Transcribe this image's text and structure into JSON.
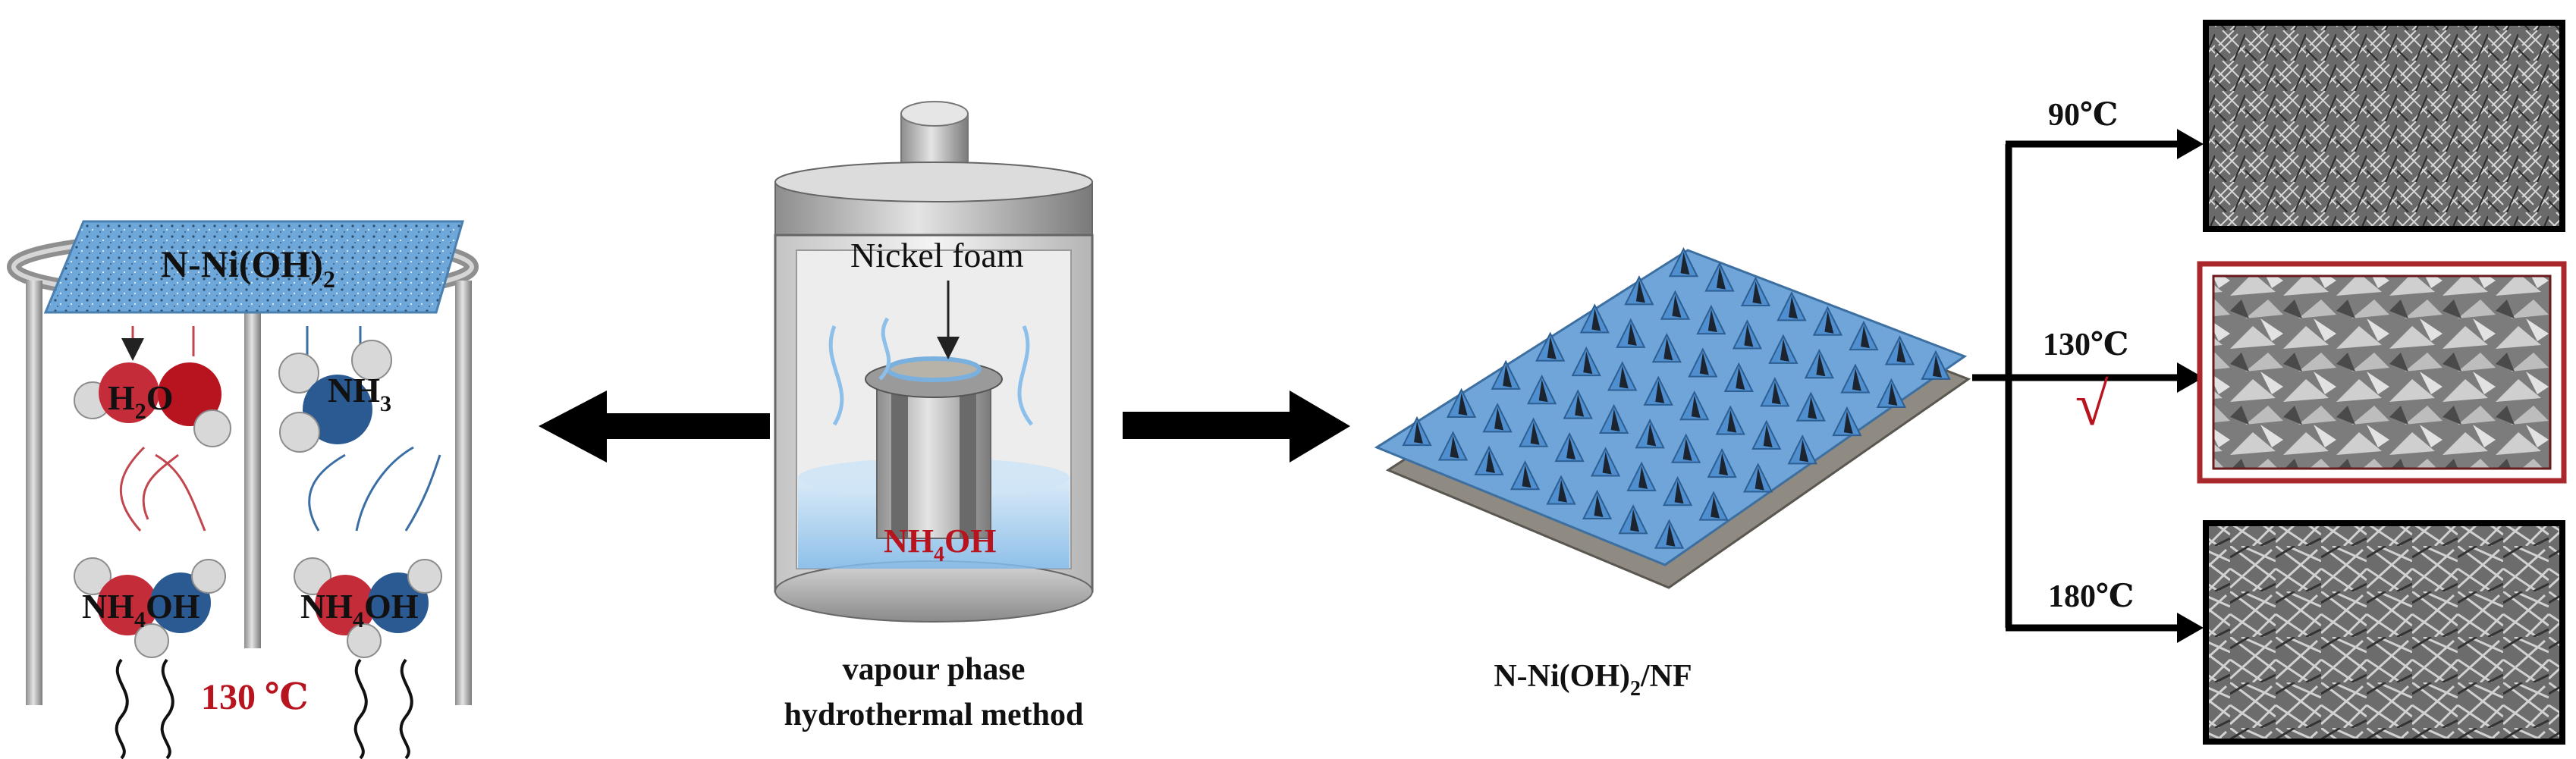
{
  "left_panel": {
    "plate_label": "N-Ni(OH)",
    "plate_label_sub": "2",
    "molecules": [
      {
        "main": "H",
        "sub": "2",
        "tail": "O"
      },
      {
        "main": "NH",
        "sub": "3",
        "tail": ""
      },
      {
        "main": "NH",
        "sub": "4",
        "tail": "OH"
      },
      {
        "main": "NH",
        "sub": "4",
        "tail": "OH"
      }
    ],
    "temperature": "130 ℃"
  },
  "autoclave": {
    "foam_label": "Nickel foam",
    "solution": {
      "main": "NH",
      "sub": "4",
      "tail": "OH"
    },
    "caption_line1": "vapour phase",
    "caption_line2": "hydrothermal method"
  },
  "product": {
    "label_main": "N-Ni(OH)",
    "label_sub": "2",
    "label_tail": "/NF"
  },
  "branches": [
    {
      "temp": "90℃",
      "selected": false
    },
    {
      "temp": "130℃",
      "selected": true,
      "mark": "√"
    },
    {
      "temp": "180℃",
      "selected": false
    }
  ],
  "colors": {
    "accent_red": "#b8141f",
    "foam_blue": "#4f8fcf",
    "selected_frame": "#a8282c"
  }
}
